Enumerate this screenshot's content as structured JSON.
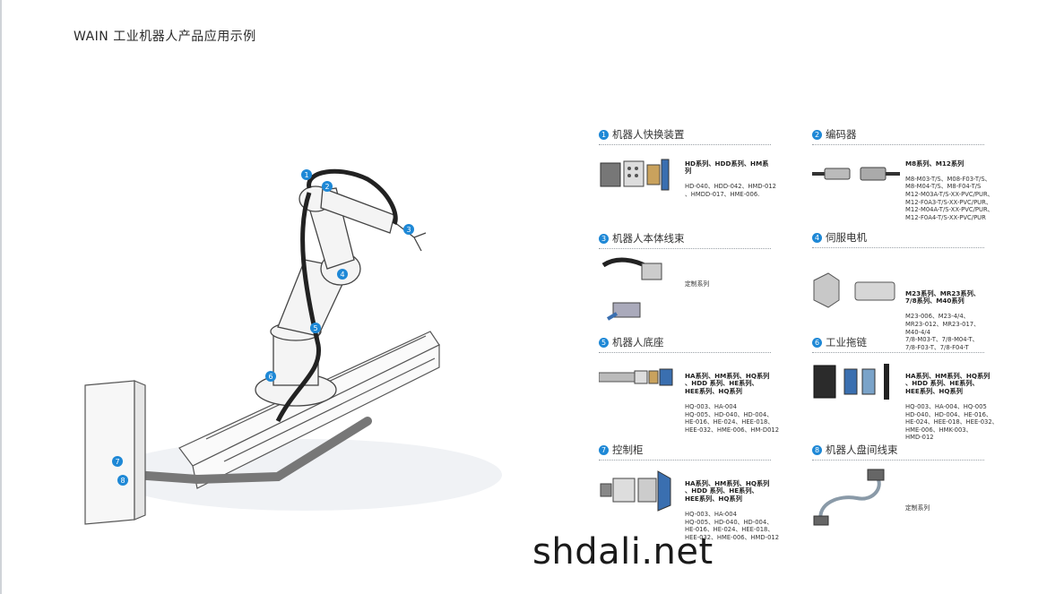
{
  "page": {
    "title": "WAIN 工业机器人产品应用示例"
  },
  "illustration": {
    "markers": [
      "1",
      "2",
      "3",
      "4",
      "5",
      "6",
      "7",
      "8"
    ]
  },
  "sections": [
    {
      "num": "1",
      "title": "机器人快换装置",
      "series": "HD系列、HDD系列、HM系\n列",
      "models": "HD-040、HDD-042、HMD-012\n、HMDD-017、HME-006."
    },
    {
      "num": "2",
      "title": "编码器",
      "series": "M8系列、M12系列",
      "models": "M8-M03-T/S、M08-F03-T/S、\nM8-M04-T/S、M8-F04-T/S\nM12-M03A-T/S-XX-PVC/PUR、\nM12-F0A3-T/S-XX-PVC/PUR、\nM12-M04A-T/S-XX-PVC/PUR、\nM12-F0A4-T/S-XX-PVC/PUR"
    },
    {
      "num": "3",
      "title": "机器人本体线束",
      "series": "",
      "models": "定制系列"
    },
    {
      "num": "4",
      "title": "伺服电机",
      "series": "M23系列、MR23系列、\n7/8系列、M40系列",
      "models": "M23-006、M23-4/4、\nMR23-012、MR23-017、\nM40-4/4\n7/8-M03-T、7/8-M04-T、\n7/8-F03-T、7/8-F04-T"
    },
    {
      "num": "5",
      "title": "机器人底座",
      "series": "HA系列、HM系列、HQ系列\n、HDD 系列、HE系列、\nHEE系列、HQ系列",
      "models": "HQ-003、HA-004\nHQ-005、HD-040、HD-004、\nHE-016、HE-024、HEE-018、\nHEE-032、HME-006、HM-D012"
    },
    {
      "num": "6",
      "title": "工业拖链",
      "series": "HA系列、HM系列、HQ系列\n、HDD 系列、HE系列、\nHEE系列、HQ系列",
      "models": "HQ-003、HA-004、HQ-005\nHD-040、HD-004、HE-016、\nHE-024、HEE-018、HEE-032、\nHME-006、HMK-003、\nHMD-012"
    },
    {
      "num": "7",
      "title": "控制柜",
      "series": "HA系列、HM系列、HQ系列\n、HDD 系列、HE系列、\nHEE系列、HQ系列",
      "models": "HQ-003、HA-004\nHQ-005、HD-040、HD-004、\nHE-016、HE-024、HEE-018、\nHEE-032、HME-006、HMD-012"
    },
    {
      "num": "8",
      "title": "机器人盘间线束",
      "series": "",
      "models": "定制系列"
    }
  ],
  "watermark": "shdali.net",
  "colors": {
    "accent": "#1e88d6",
    "text": "#333333",
    "rule": "#9aa0a6"
  }
}
